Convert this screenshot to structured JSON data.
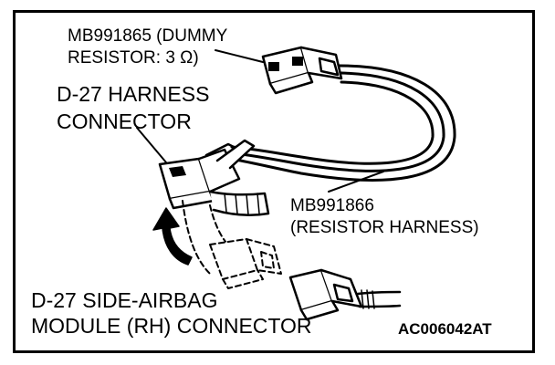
{
  "diagram": {
    "labels": {
      "dummy_resistor_line1": "MB991865 (DUMMY",
      "dummy_resistor_line2": "RESISTOR: 3 Ω)",
      "harness_connector_line1": "D-27 HARNESS",
      "harness_connector_line2": "CONNECTOR",
      "resistor_harness_line1": "MB991866",
      "resistor_harness_line2": "(RESISTOR HARNESS)",
      "module_connector_line1": "D-27 SIDE-AIRBAG",
      "module_connector_line2": "MODULE (RH) CONNECTOR"
    },
    "figure_code": "AC006042AT",
    "colors": {
      "line": "#000000",
      "background": "#ffffff"
    }
  }
}
